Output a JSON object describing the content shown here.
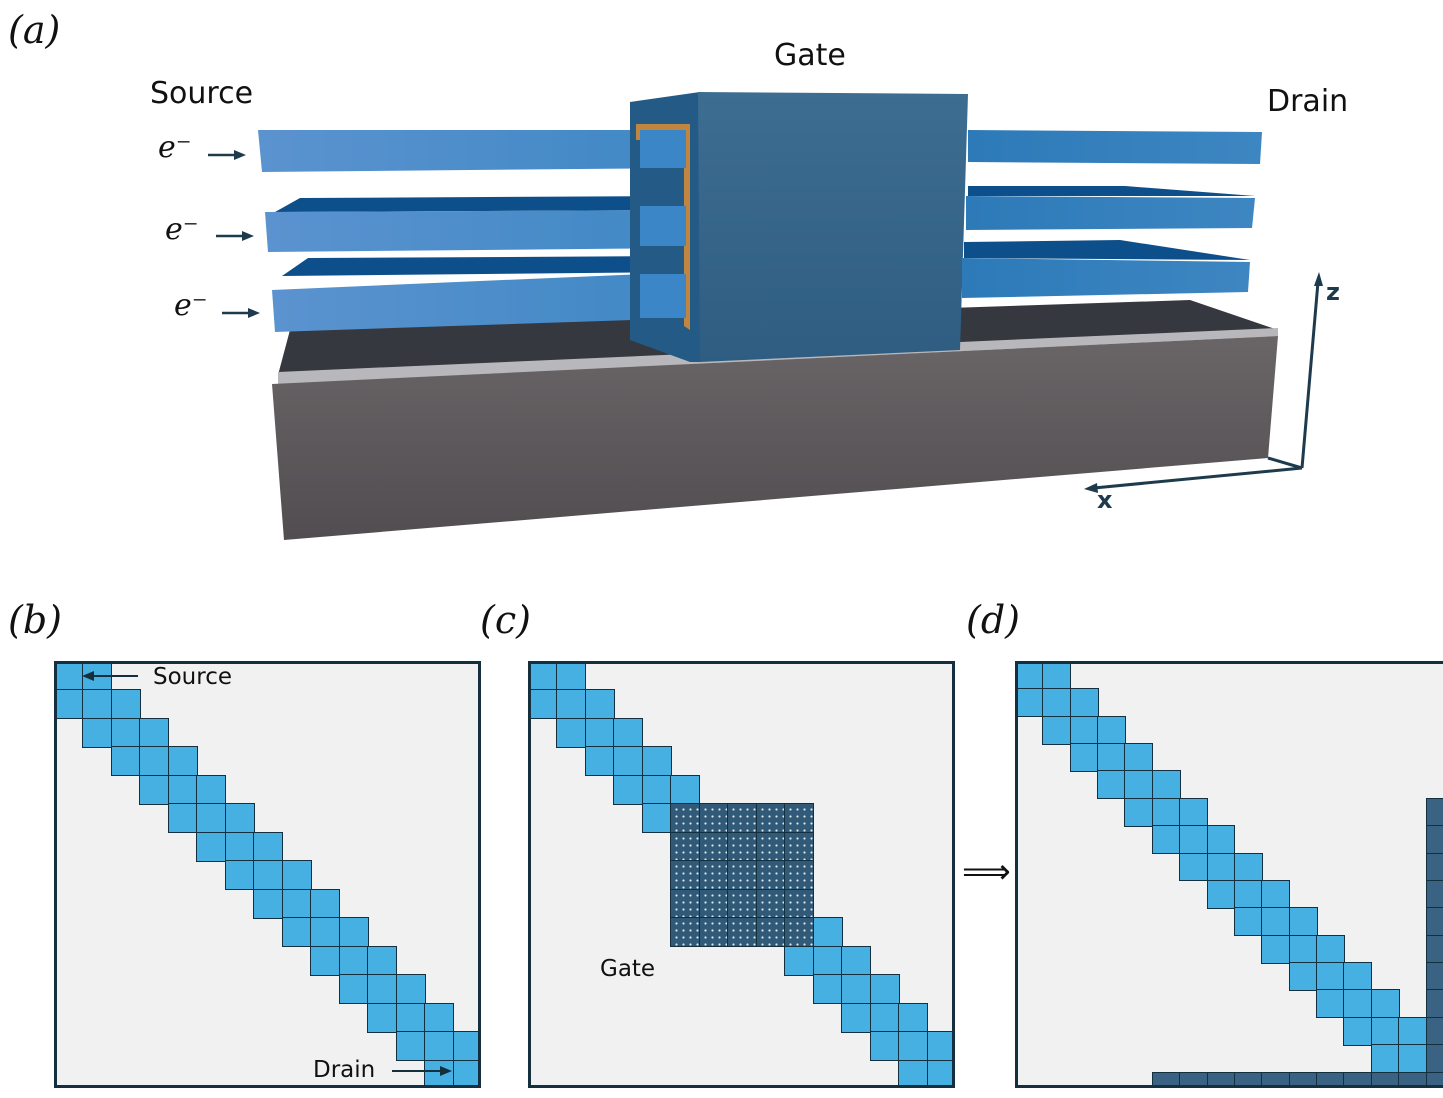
{
  "panels": {
    "a": {
      "label": "(a)",
      "source_label": "Source",
      "gate_label": "Gate",
      "drain_label": "Drain",
      "electron_labels": [
        "e⁻",
        "e⁻",
        "e⁻"
      ],
      "axis_z": "z",
      "axis_x": "x",
      "colors": {
        "channel": "#4a8fcb",
        "channel_top": "#0d4f8a",
        "gate": "#3a6a90",
        "gate_side": "#245a86",
        "oxide": "#d08a3a",
        "substrate": "#5f5b5e",
        "substrate_top": "#35383f",
        "axis": "#1d3b4d"
      }
    },
    "b": {
      "label": "(b)",
      "source_annotation": "Source",
      "drain_annotation": "Drain",
      "matrix": {
        "size": 15,
        "band": "tridiagonal"
      }
    },
    "c": {
      "label": "(c)",
      "gate_annotation": "Gate",
      "matrix": {
        "size": 15,
        "band": "tridiagonal",
        "gate_block": {
          "rows": [
            5,
            9
          ],
          "cols": [
            5,
            9
          ]
        }
      }
    },
    "d": {
      "label": "(d)",
      "matrix": {
        "size": 16,
        "band_size": 15,
        "band": "tridiagonal",
        "edge_row": {
          "row": 15,
          "cols": [
            5,
            15
          ]
        },
        "edge_col": {
          "col": 15,
          "rows": [
            5,
            15
          ]
        }
      }
    }
  },
  "transition_symbol": "⟹",
  "colors": {
    "band": "#47b0e2",
    "gate_block": "#305a78",
    "edge": "#3a6383",
    "grid_line": "#14303f",
    "background": "#f1f1f1"
  }
}
